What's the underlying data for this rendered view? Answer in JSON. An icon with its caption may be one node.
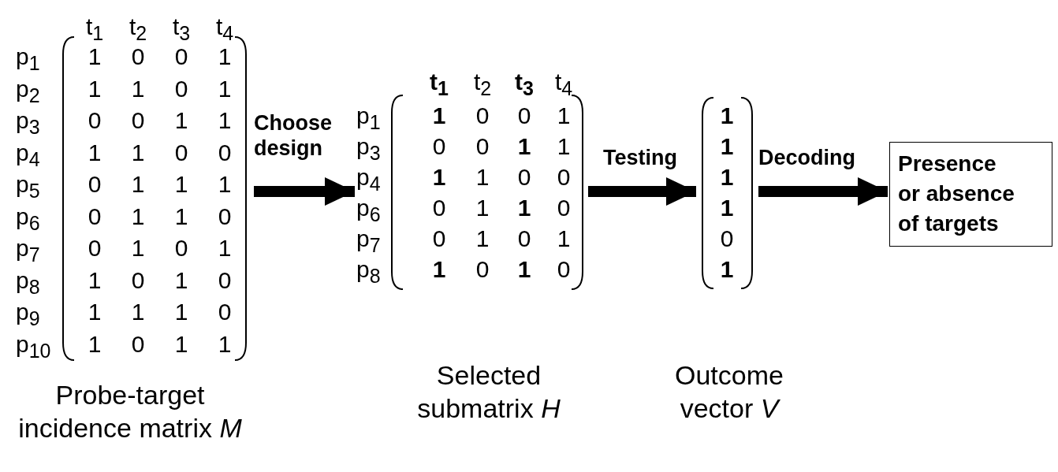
{
  "diagram": {
    "nodes": [
      {
        "text": [
          "t$_{1}$",
          "t$_{2}$",
          "t$_{3}$",
          "t$_{4}$",
          "p$_{1}$",
          "1",
          "0",
          "0",
          "1",
          "p$_{2}$",
          "1",
          "1",
          "0",
          "1",
          "p$_{3}$",
          "0",
          "0",
          "1",
          "1",
          "p$_{4}$",
          "1",
          "1",
          "0",
          "0",
          "p$_{5}$",
          "0",
          "1",
          "1",
          "1",
          "p$_{6}$",
          "0",
          "1",
          "1",
          "0",
          "p$_{7}$",
          "0",
          "1",
          "0",
          "1",
          "p$_{8}$",
          "1",
          "0",
          "1",
          "0",
          "p$_{9}$",
          "1",
          "1",
          "1",
          "0",
          "p$_{10}$",
          "1",
          "0",
          "1",
          "1"
        ],
        "beside": [
          "Probe-target incidence matrix *M*"
        ]
      },
      {
        "text": [
          "t$_{1}$",
          "t$_{2}$",
          "t$_{3}$",
          "t$_{4}$",
          "p$_{1}$",
          "1",
          "0",
          "0",
          "1",
          "p$_{3}$",
          "0",
          "0",
          "1",
          "1",
          "p$_{4}$",
          "1",
          "1",
          "0",
          "0",
          "p$_{6}$",
          "0",
          "1",
          "1",
          "0",
          "p$_{7}$",
          "0",
          "1",
          "0",
          "1",
          "p$_{8}$",
          "1",
          "0",
          "1",
          "0"
        ],
        "beside": [
          "Selected submatrix *H*"
        ]
      },
      {
        "text": [
          "1",
          "1",
          "1",
          "1",
          "0",
          "1"
        ],
        "beside": [
          "Outcome vector *V*"
        ]
      },
      {
        "text": [
          "Presence or absence of targets"
        ]
      }
    ],
    "edges": [
      {
        "from": 0,
        "to": 1,
        "arrow": "to",
        "label": "Choose design"
      },
      {
        "from": 1,
        "to": 2,
        "arrow": "to",
        "label": "Testing"
      },
      {
        "from": 2,
        "to": 3,
        "arrow": "to",
        "label": "Decoding"
      }
    ]
  }
}
